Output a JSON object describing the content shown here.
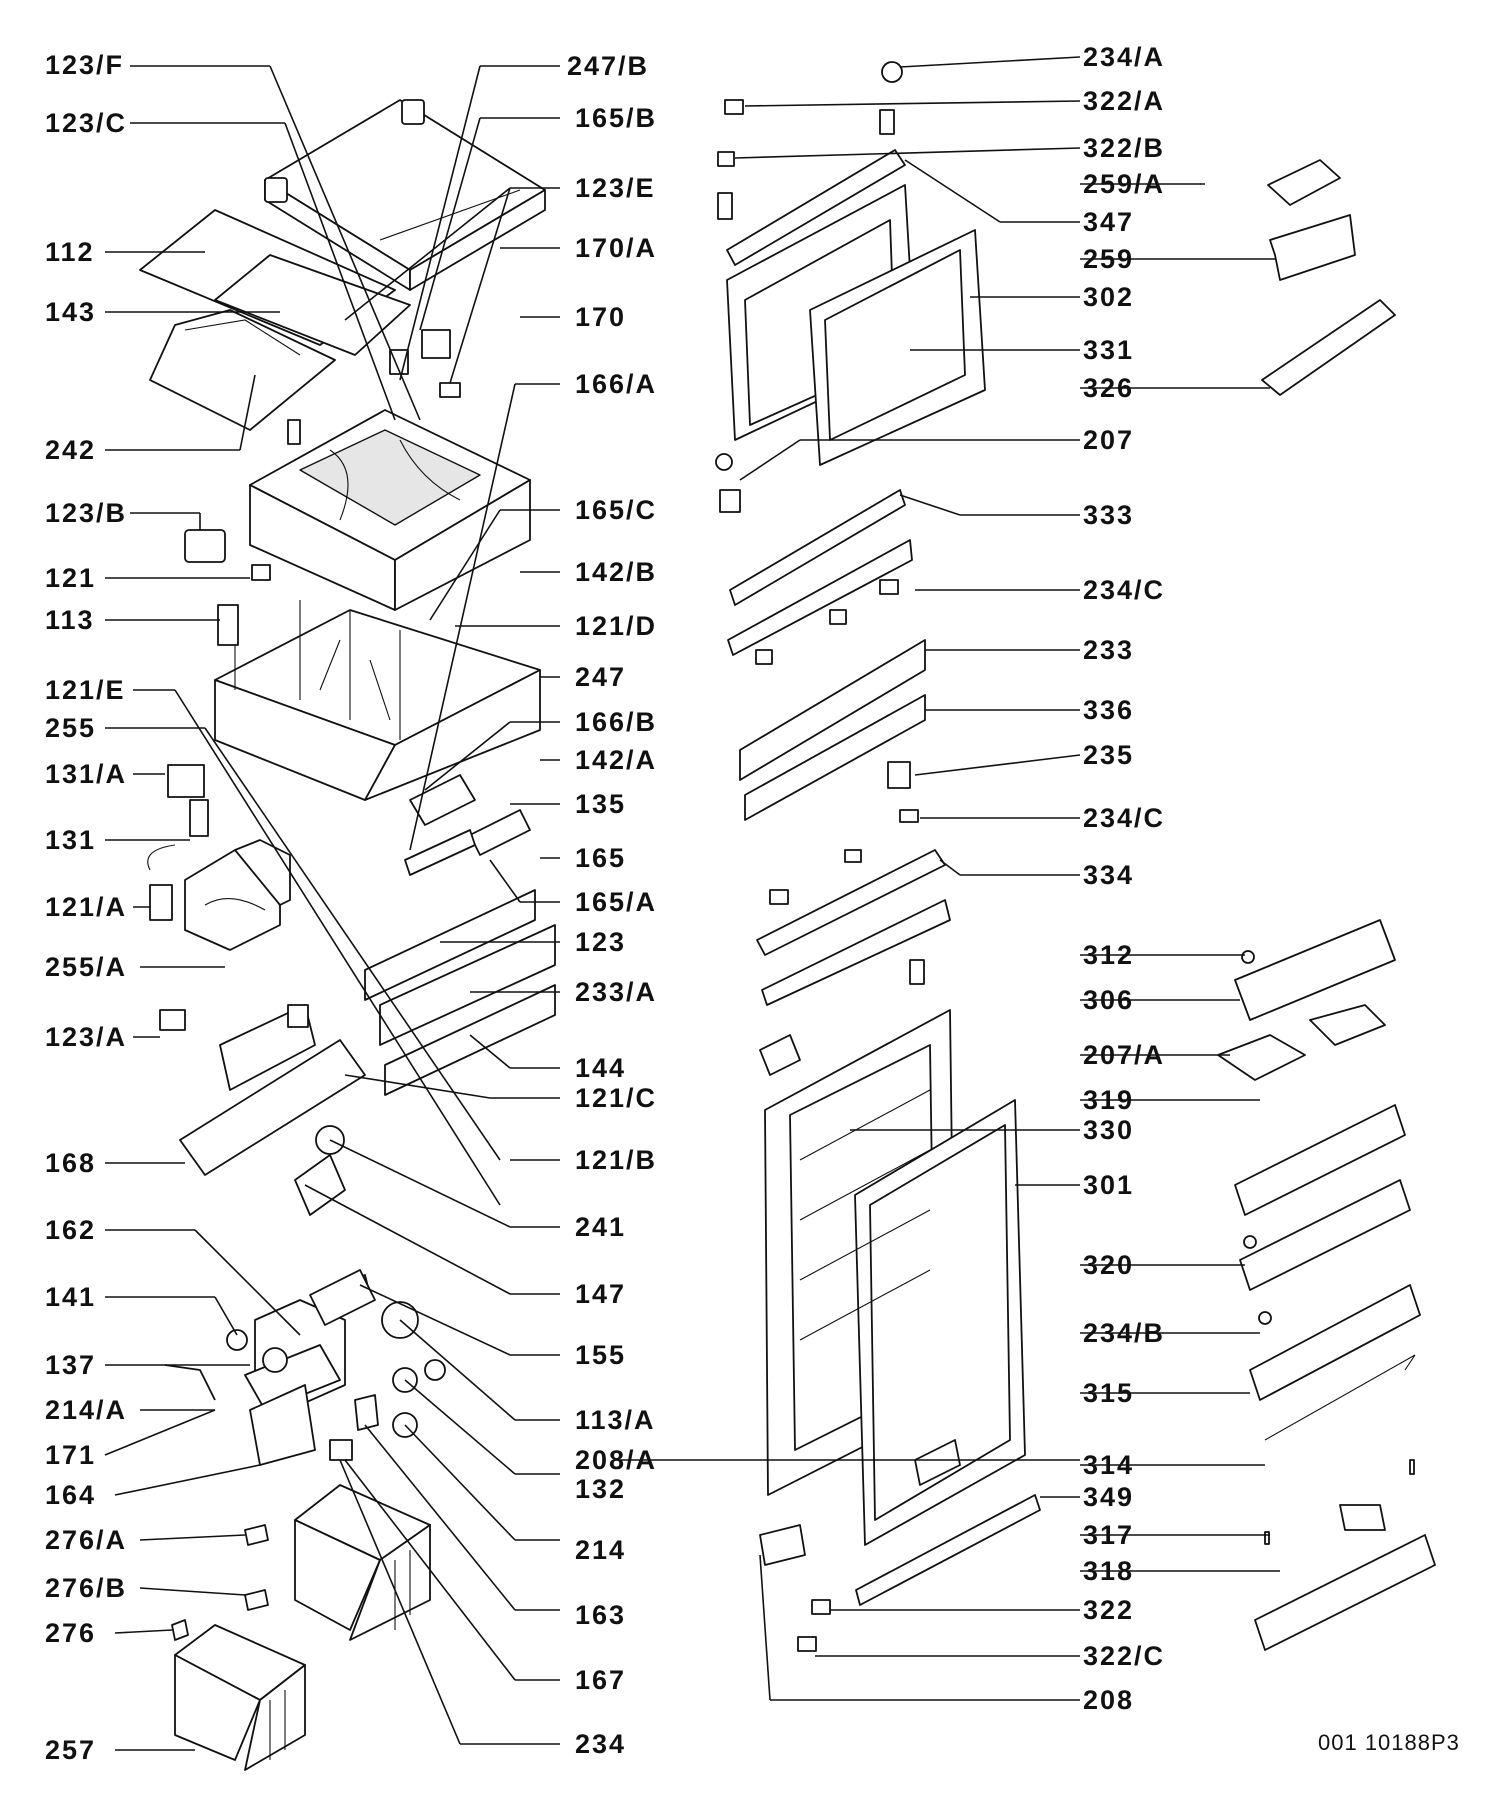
{
  "diagram": {
    "left_labels": [
      "123/F",
      "123/C",
      "112",
      "143",
      "242",
      "123/B",
      "121",
      "113",
      "121/E",
      "255",
      "131/A",
      "131",
      "121/A",
      "255/A",
      "123/A",
      "168",
      "162",
      "141",
      "137",
      "214/A",
      "171",
      "164",
      "276/A",
      "276/B",
      "276",
      "257"
    ],
    "middle_labels": [
      "247/B",
      "165/B",
      "123/E",
      "170/A",
      "170",
      "166/A",
      "165/C",
      "142/B",
      "121/D",
      "247",
      "166/B",
      "142/A",
      "135",
      "165",
      "165/A",
      "123",
      "233/A",
      "144",
      "121/C",
      "121/B",
      "241",
      "147",
      "155",
      "113/A",
      "208/A",
      "132",
      "214",
      "163",
      "167",
      "234"
    ],
    "right_labels": [
      "234/A",
      "322/A",
      "322/B",
      "259/A",
      "347",
      "259",
      "302",
      "331",
      "326",
      "207",
      "333",
      "234/C",
      "233",
      "336",
      "235",
      "234/C",
      "334",
      "312",
      "306",
      "207/A",
      "319",
      "330",
      "301",
      "320",
      "234/B",
      "315",
      "314",
      "349",
      "317",
      "318",
      "322",
      "322/C",
      "208"
    ],
    "drawing_code": "001  10188P3"
  }
}
